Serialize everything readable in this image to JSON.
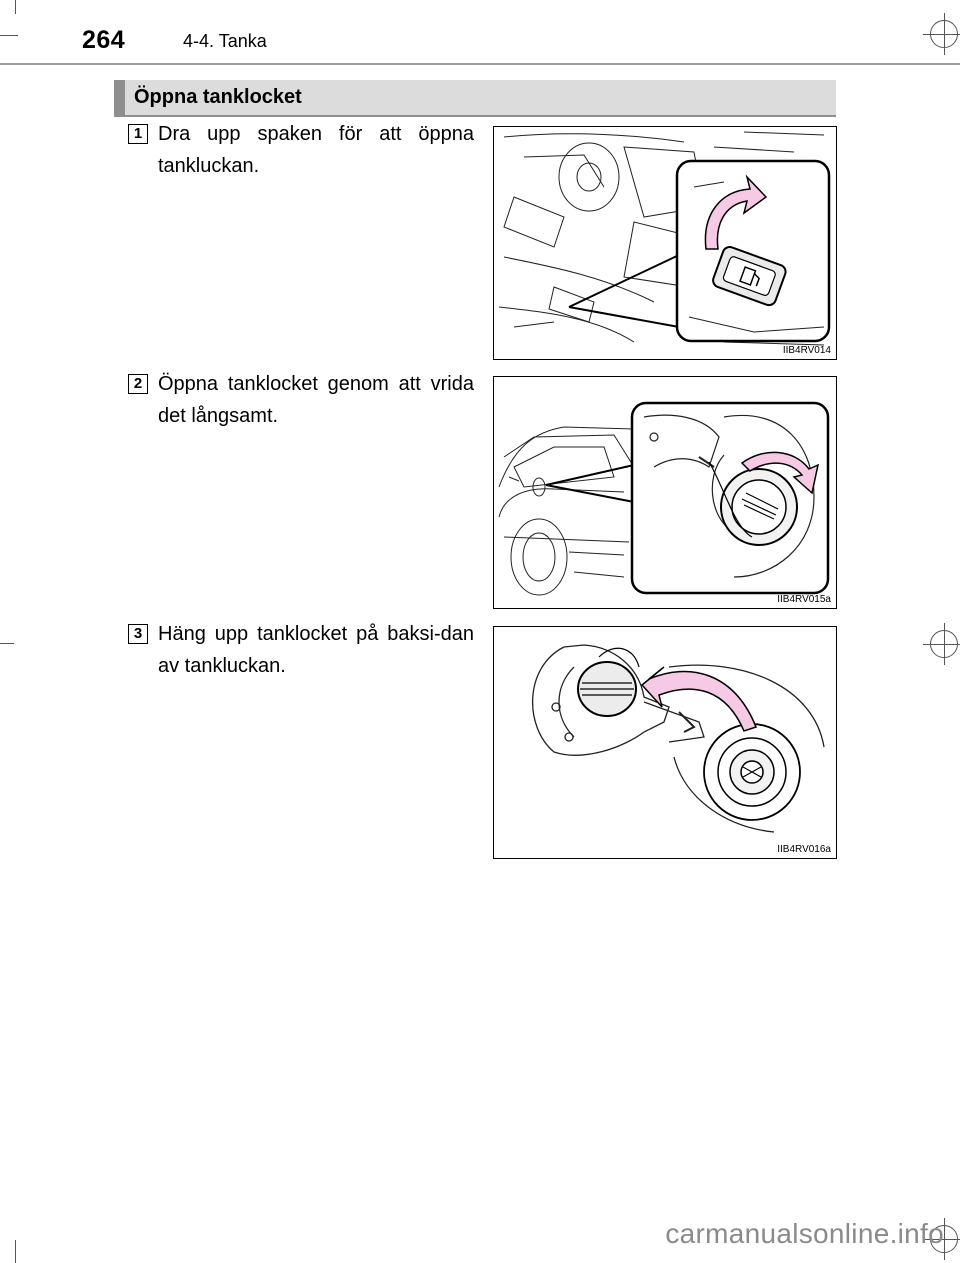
{
  "header": {
    "page_number": "264",
    "section": "4-4. Tanka"
  },
  "topic": {
    "title": "Öppna tanklocket"
  },
  "steps": [
    {
      "number": "1",
      "text": "Dra upp spaken för att öppna tankluckan.",
      "figure_code": "IIB4RV014"
    },
    {
      "number": "2",
      "text": "Öppna tanklocket genom att vrida det långsamt.",
      "figure_code": "IIB4RV015a"
    },
    {
      "number": "3",
      "text": "Häng upp tanklocket på baksi-dan av tankluckan.",
      "figure_code": "IIB4RV016a"
    }
  ],
  "footer": {
    "watermark": "carmanualsonline.info"
  },
  "colors": {
    "arrow_fill": "#f6c9e4",
    "topic_bar": "#dcdcdc",
    "topic_accent": "#8e8e8e"
  }
}
